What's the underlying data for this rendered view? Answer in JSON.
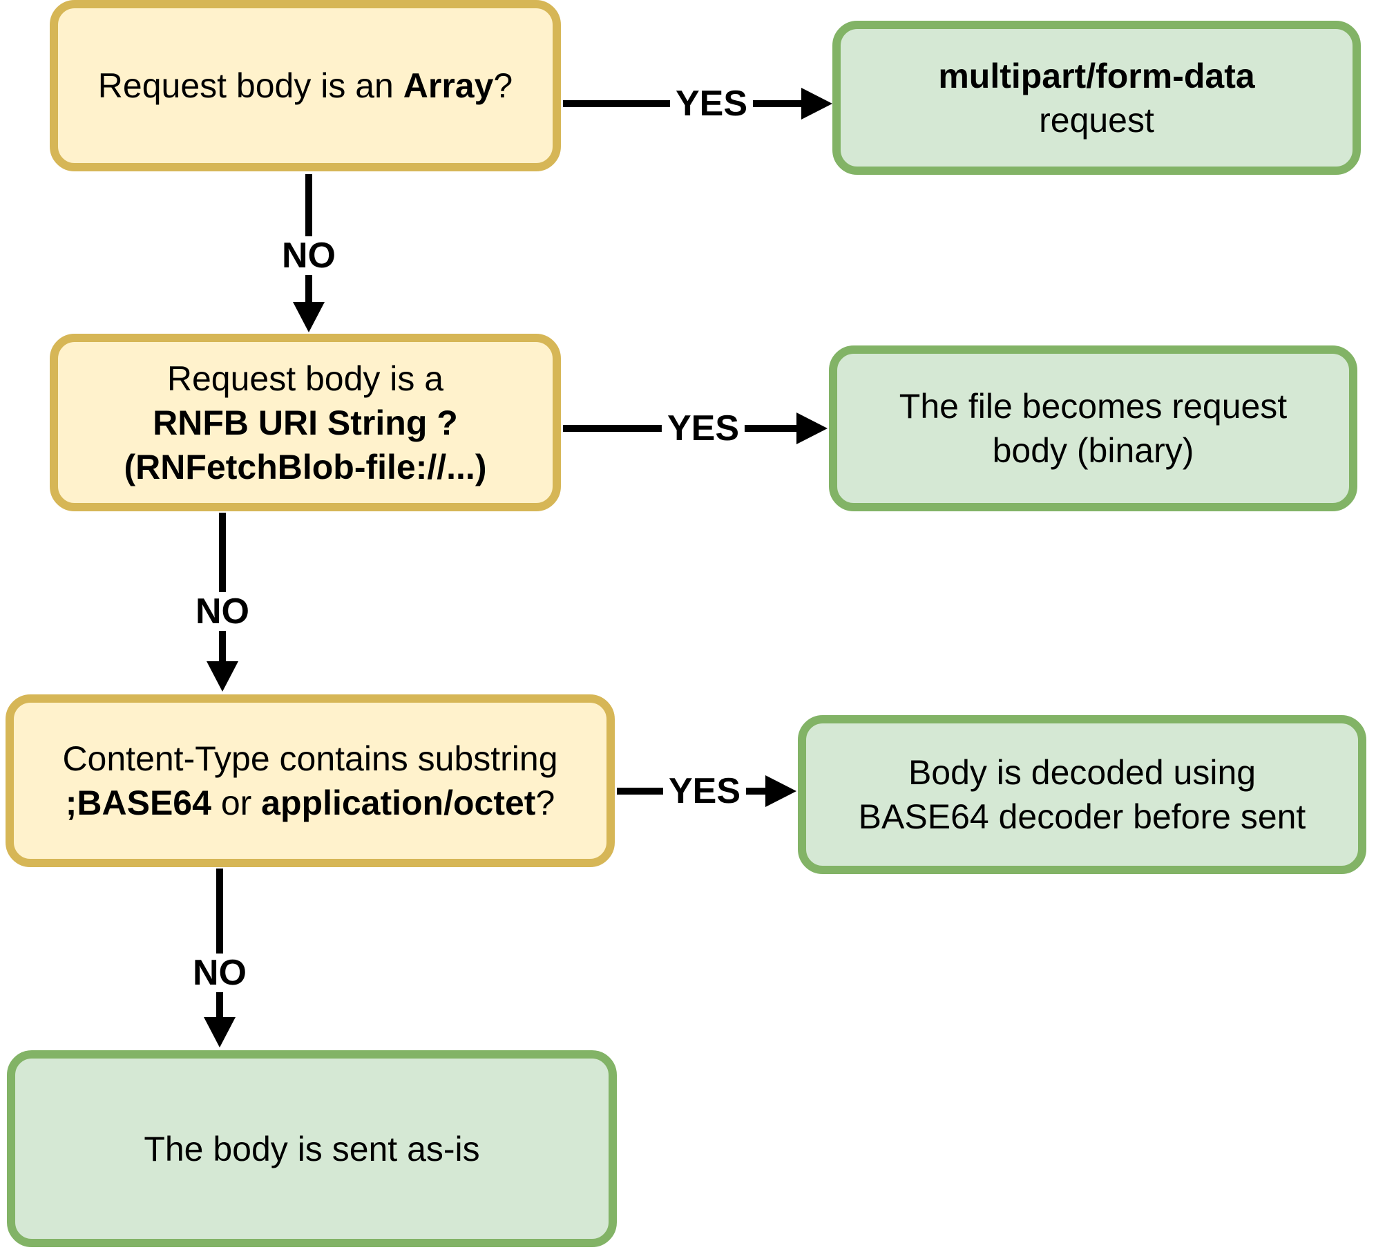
{
  "colors": {
    "question_fill": "#FFF2CC",
    "question_border": "#D6B656",
    "result_fill": "#D5E8D4",
    "result_border": "#82B366",
    "arrow": "#000000",
    "text": "#000000",
    "background": "#FFFFFF"
  },
  "nodes": {
    "q_array": {
      "text_prefix": "Request body is an ",
      "text_bold": "Array",
      "text_suffix": "?"
    },
    "r_multipart": {
      "line1_bold": "multipart/form-data",
      "line2": "request"
    },
    "q_rnfb": {
      "line1": "Request body is a",
      "line2_bold": "RNFB URI String ?",
      "line3_bold": "(RNFetchBlob-file://...)"
    },
    "r_file": {
      "line1": "The file becomes request",
      "line2": "body (binary)"
    },
    "q_base64": {
      "line1": "Content-Type contains substring",
      "line2_bold_a": ";BASE64",
      "line2_mid": " or ",
      "line2_bold_b": "application/octet",
      "line2_suffix": "?"
    },
    "r_decoded": {
      "line1": "Body is decoded using",
      "line2": "BASE64 decoder before sent"
    },
    "r_asis": {
      "line1": "The body is sent as-is"
    }
  },
  "edges": {
    "yes1": "YES",
    "no1": "NO",
    "yes2": "YES",
    "no2": "NO",
    "yes3": "YES",
    "no3": "NO"
  }
}
